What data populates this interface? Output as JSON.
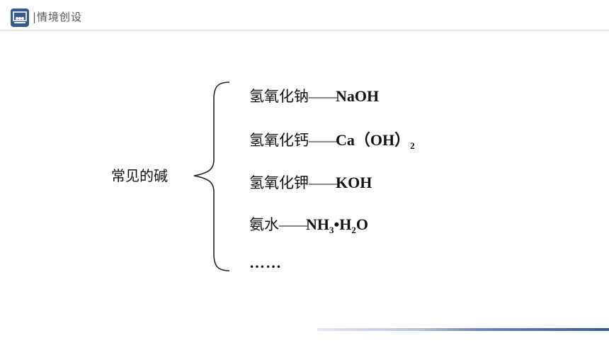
{
  "header": {
    "section_title": "|情境创设",
    "logo_icon": "presentation-board-icon",
    "accent_color": "#3a5a8c"
  },
  "topic": {
    "label": "常见的碱"
  },
  "items": [
    {
      "name": "氢氧化钠",
      "dash": "——",
      "formula": "NaOH"
    },
    {
      "name": "氢氧化钙",
      "dash": "——",
      "formula_main": "Ca（OH）",
      "formula_sub": "2"
    },
    {
      "name": "氢氧化钾",
      "dash": "——",
      "formula": "KOH"
    },
    {
      "name": "氨水",
      "dash": "——",
      "f1": "NH",
      "s1": "3",
      "f2": "•H",
      "s2": "2",
      "f3": "O"
    }
  ],
  "ellipsis": "……"
}
